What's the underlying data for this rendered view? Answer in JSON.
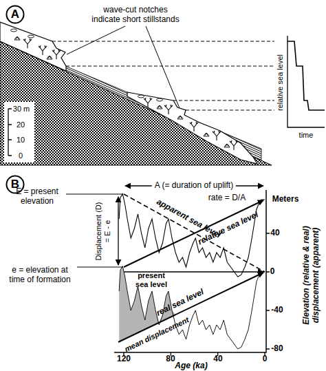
{
  "diagram": {
    "nodes": [
      {
        "text": [
          "A"
        ]
      },
      {
        "text": [
          "B"
        ]
      }
    ],
    "labels": [
      "wave-cut notches indicate short stillstands",
      "30 m",
      "20",
      "10",
      "0",
      "relative sea level",
      "time",
      "E = present elevation",
      "Displacement (D) = E - e",
      "e = elevation at time of formation",
      "A (= duration of uplift)",
      "rate = D/A",
      "Meters",
      "apparent sea level",
      "relative sea level",
      "present sea level",
      "real sea level",
      "mean displacement",
      "40",
      "0",
      "-40",
      "-80",
      "Elevation (relative & real) displacement (apparent)",
      "120",
      "80",
      "40",
      "0",
      "Age (ka)"
    ]
  }
}
